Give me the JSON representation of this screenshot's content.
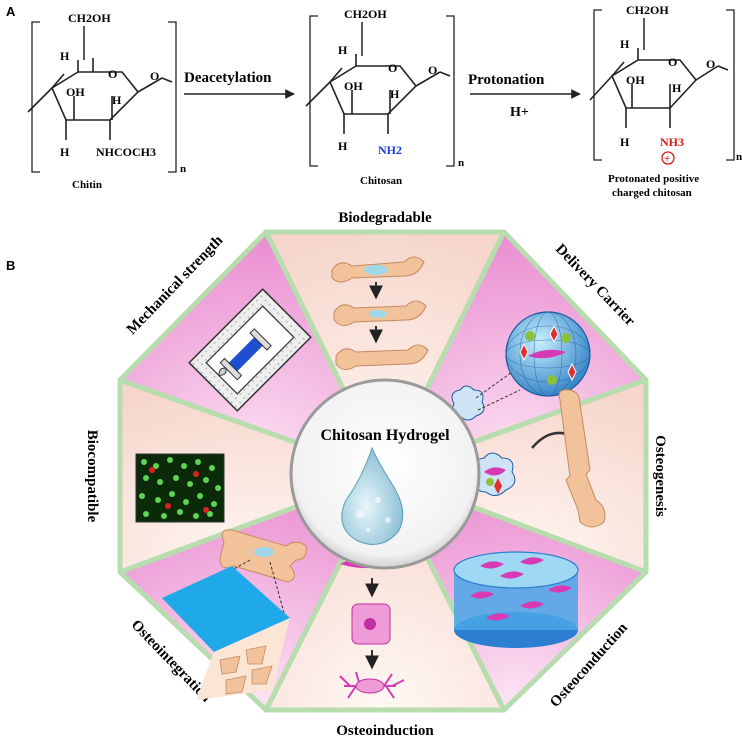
{
  "panel_a": {
    "label": "A",
    "ch2oh": "CH2OH",
    "oh": "OH",
    "h": "H",
    "h_plus": "H+",
    "n": "n",
    "chitin": {
      "substituent": "NHCOCH3",
      "name": "Chitin"
    },
    "arrow1_label": "Deacetylation",
    "chitosan": {
      "substituent": "NH2",
      "name": "Chitosan"
    },
    "arrow2_label": "Protonation",
    "arrow2_sub": "H+",
    "protonated": {
      "substituent": "NH3",
      "charge": "+",
      "name_line1": "Protonated positive",
      "name_line2": "charged chitosan"
    }
  },
  "panel_b": {
    "label": "B",
    "center_title": "Chitosan Hydrogel",
    "properties": {
      "top": "Biodegradable",
      "top_right": "Delivery Carrier",
      "right": "Osteogenesis",
      "bottom_right": "Osteoconduction",
      "bottom": "Osteoinduction",
      "bottom_left": "Osteointegration",
      "left": "Biocompatible",
      "top_left": "Mechanical strength"
    }
  },
  "colors": {
    "frame_green": "#a8d8a0",
    "wedge_pink": "#f0a8d8",
    "wedge_cream": "#fbeae4",
    "nh2_blue": "#1a3fd0",
    "nh3_red": "#e01818",
    "cell_magenta": "#d63ab4",
    "bone": "#f2c29b"
  }
}
